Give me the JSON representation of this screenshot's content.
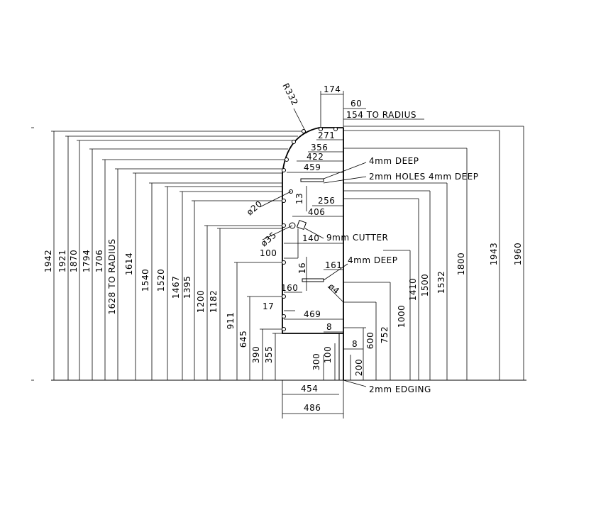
{
  "annotations": {
    "r332": "R332",
    "d174": "174",
    "d60": "60",
    "to_radius_154": "154 TO RADIUS",
    "d271": "271",
    "d356": "356",
    "d422": "422",
    "d459": "459",
    "deep_4mm_top": "4mm DEEP",
    "holes_2mm": "2mm HOLES 4mm DEEP",
    "d13": "13",
    "d256": "256",
    "dia20": "ø20",
    "d406": "406",
    "dia35": "ø35",
    "cutter_9mm": "9mm CUTTER",
    "d140": "140",
    "d100_top": "100",
    "d16": "16",
    "d161": "161",
    "deep_4mm_mid": "4mm DEEP",
    "d160": "160",
    "dia4": "ø4",
    "d17": "17",
    "d469": "469",
    "d8_top": "8",
    "d8_right": "8",
    "d100_low": "100",
    "d300": "300",
    "d200": "200",
    "d600": "600",
    "d454": "454",
    "edging_2mm": "2mm EDGING",
    "d486": "486"
  },
  "left_heights": [
    "1942",
    "1921",
    "1870",
    "1794",
    "1706",
    "1628 TO RADIUS",
    "1614",
    "1540",
    "1520",
    "1467",
    "1395",
    "1200",
    "1182",
    "911",
    "645",
    "390",
    "355"
  ],
  "right_heights": [
    "752",
    "1000",
    "1410",
    "1500",
    "1532",
    "1800",
    "1943",
    "1960"
  ]
}
